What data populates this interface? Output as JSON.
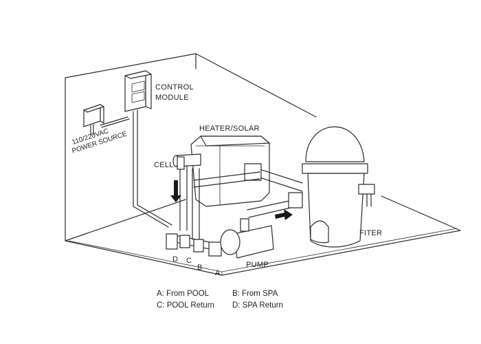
{
  "labels": {
    "control_module_line1": "CONTROL",
    "control_module_line2": "MODULE",
    "power_source_line1": "110/220VAC",
    "power_source_line2": "POWER SOURCE",
    "heater_solar": "HEATER/SOLAR",
    "cell": "CELL",
    "filter": "FITER",
    "pump": "PUMP",
    "port_a": "A",
    "port_b": "B",
    "port_c": "C",
    "port_d": "D"
  },
  "legend": {
    "a": "A: From POOL",
    "b": "B: From SPA",
    "c": "C: POOL Return",
    "d": "D: SPA Return"
  },
  "colors": {
    "line": "#2a2a2a",
    "fill": "#ffffff",
    "shade": "#d9d9d9",
    "dark": "#1a1a1a"
  }
}
